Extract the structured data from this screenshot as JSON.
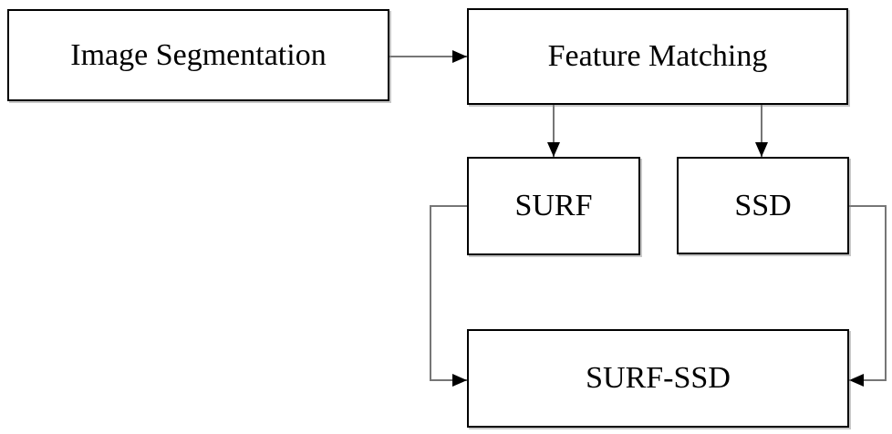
{
  "diagram": {
    "type": "flowchart",
    "nodes": [
      {
        "id": "image-segmentation",
        "label": "Image Segmentation"
      },
      {
        "id": "feature-matching",
        "label": "Feature Matching"
      },
      {
        "id": "surf",
        "label": "SURF"
      },
      {
        "id": "ssd",
        "label": "SSD"
      },
      {
        "id": "surf-ssd",
        "label": "SURF-SSD"
      }
    ],
    "edges": [
      {
        "from": "image-segmentation",
        "to": "feature-matching"
      },
      {
        "from": "feature-matching",
        "to": "surf"
      },
      {
        "from": "feature-matching",
        "to": "ssd"
      },
      {
        "from": "surf",
        "to": "surf-ssd"
      },
      {
        "from": "ssd",
        "to": "surf-ssd"
      }
    ],
    "colors": {
      "background": "#ffffff",
      "node_fill": "#ffffff",
      "node_border": "#000000",
      "connector_line": "#767676",
      "arrowhead": "#000000",
      "text": "#000000"
    }
  }
}
